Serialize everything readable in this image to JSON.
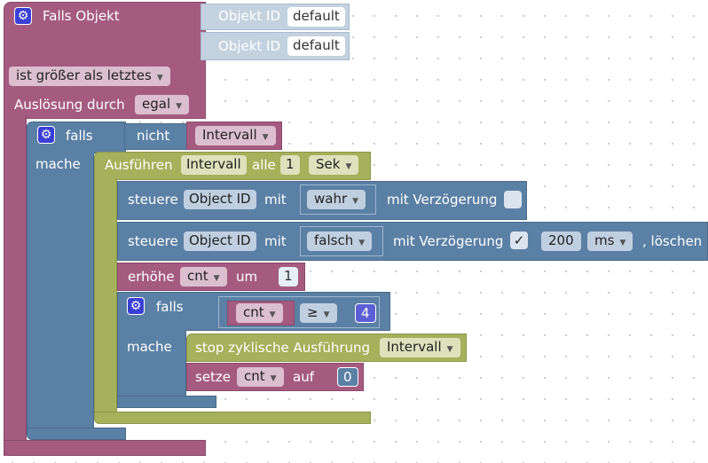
{
  "main_block": {
    "title": "Falls Objekt",
    "object_id_label": "Objekt ID",
    "object_id_value_1": "default",
    "object_id_value_2": "default",
    "condition": "ist größer als letztes",
    "trigger_label": "Auslösung durch",
    "trigger_value": "egal"
  },
  "if_outer": {
    "falls": "falls",
    "nicht": "nicht",
    "interval_var": "Intervall",
    "mache": "mache"
  },
  "interval_block": {
    "label": "Ausführen",
    "var": "Intervall",
    "alle": "alle",
    "amount": "1",
    "unit": "Sek"
  },
  "control1": {
    "label": "steuere",
    "object": "Object ID",
    "mit": "mit",
    "value": "wahr",
    "delay_label": "mit Verzögerung",
    "delay_checked": ""
  },
  "control2": {
    "label": "steuere",
    "object": "Object ID",
    "mit": "mit",
    "value": "falsch",
    "delay_label": "mit Verzögerung",
    "delay_checked": "✓",
    "delay_value": "200",
    "delay_unit": "ms",
    "tail": ", löschen"
  },
  "increment": {
    "label": "erhöhe",
    "var": "cnt",
    "um": "um",
    "amount": "1"
  },
  "if_inner": {
    "falls": "falls",
    "var": "cnt",
    "op": "≥",
    "value": "4",
    "mache": "mache"
  },
  "stop_block": {
    "label": "stop zyklische Ausführung",
    "var": "Intervall"
  },
  "set_block": {
    "label": "setze",
    "var": "cnt",
    "auf": "auf",
    "value": "0"
  },
  "colors": {
    "maroon": "#a55b80",
    "blue": "#5b80a5",
    "olive": "#a5b15b",
    "gear": "#3a3fd6"
  }
}
